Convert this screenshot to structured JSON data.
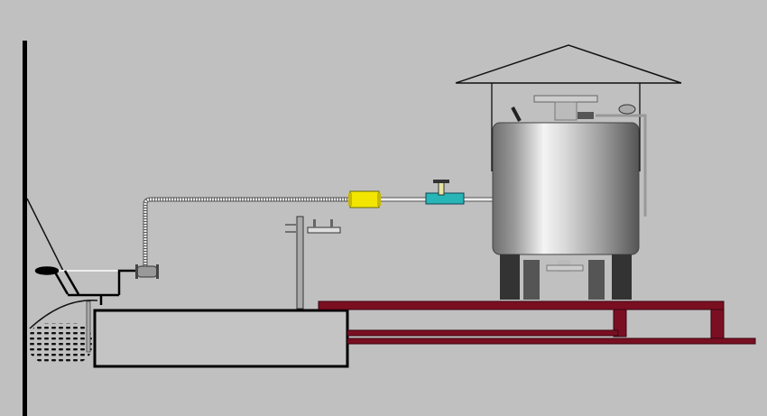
{
  "colors": {
    "background": "#c0c0c0",
    "frame": "#7a0f22",
    "flow_meter": "#f2e600",
    "valve": "#27b5b5",
    "outline": "#000000",
    "pipe": "#e8e8e8"
  },
  "components": [
    "wall",
    "hopper-funnel",
    "heat-exchanger-coil",
    "base-tank",
    "gauge-stand",
    "supply-pipe",
    "inlet-valve",
    "flow-meter",
    "control-valve",
    "storage-vessel",
    "roof-canopy",
    "support-frame"
  ]
}
